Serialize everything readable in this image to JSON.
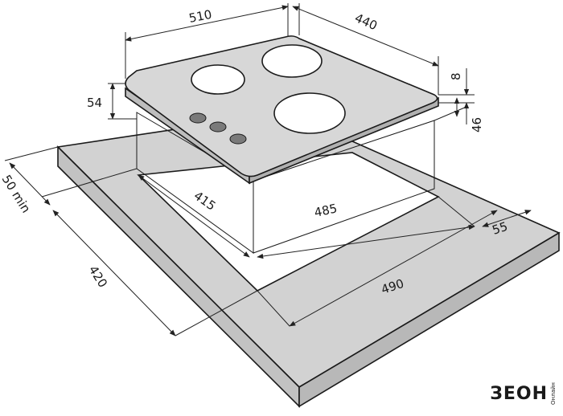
{
  "dimensions": {
    "hob_width": "510",
    "hob_depth": "440",
    "glass_thickness": "8",
    "hob_total_height": "54",
    "built_in_height": "46",
    "min_front_gap": "50 min",
    "cutout_width_top": "415",
    "cutout_depth": "485",
    "side_margin": "55",
    "countertop_depth": "420",
    "cutout_width_front": "490"
  },
  "brand": {
    "logo_text": "ЗЕОН",
    "logo_subtext": "Онлайн"
  },
  "colors": {
    "countertop": "#d2d2d2",
    "countertop_side": "#c2c2c2",
    "hob_glass": "#d7d7d7",
    "burner": "#ffffff",
    "knob": "#7a7a7a",
    "line": "#1a1a1a"
  }
}
